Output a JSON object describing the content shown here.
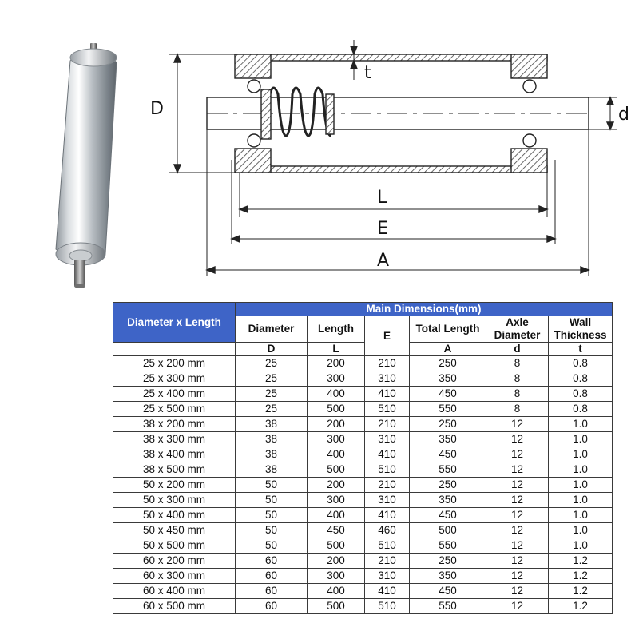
{
  "diagram": {
    "labels": {
      "D": "D",
      "d": "d",
      "t": "t",
      "L": "L",
      "E": "E",
      "A": "A"
    }
  },
  "table": {
    "main_header": "Main Dimensions(mm)",
    "row_header": "Diameter x Length",
    "columns": [
      {
        "label": "Diameter",
        "symbol": "D"
      },
      {
        "label": "Length",
        "symbol": "L"
      },
      {
        "label": "E",
        "symbol": ""
      },
      {
        "label": "Total Length",
        "symbol": "A"
      },
      {
        "label": "Axle Diameter",
        "symbol": "d"
      },
      {
        "label": "Wall Thickness",
        "symbol": "t"
      }
    ],
    "rows": [
      [
        "25 x 200 mm",
        "25",
        "200",
        "210",
        "250",
        "8",
        "0.8"
      ],
      [
        "25 x 300 mm",
        "25",
        "300",
        "310",
        "350",
        "8",
        "0.8"
      ],
      [
        "25 x 400 mm",
        "25",
        "400",
        "410",
        "450",
        "8",
        "0.8"
      ],
      [
        "25 x 500 mm",
        "25",
        "500",
        "510",
        "550",
        "8",
        "0.8"
      ],
      [
        "38 x 200 mm",
        "38",
        "200",
        "210",
        "250",
        "12",
        "1.0"
      ],
      [
        "38 x 300 mm",
        "38",
        "300",
        "310",
        "350",
        "12",
        "1.0"
      ],
      [
        "38 x 400 mm",
        "38",
        "400",
        "410",
        "450",
        "12",
        "1.0"
      ],
      [
        "38 x 500 mm",
        "38",
        "500",
        "510",
        "550",
        "12",
        "1.0"
      ],
      [
        "50 x 200 mm",
        "50",
        "200",
        "210",
        "250",
        "12",
        "1.0"
      ],
      [
        "50 x 300 mm",
        "50",
        "300",
        "310",
        "350",
        "12",
        "1.0"
      ],
      [
        "50 x 400 mm",
        "50",
        "400",
        "410",
        "450",
        "12",
        "1.0"
      ],
      [
        "50 x 450 mm",
        "50",
        "450",
        "460",
        "500",
        "12",
        "1.0"
      ],
      [
        "50 x 500 mm",
        "50",
        "500",
        "510",
        "550",
        "12",
        "1.0"
      ],
      [
        "60 x 200 mm",
        "60",
        "200",
        "210",
        "250",
        "12",
        "1.2"
      ],
      [
        "60 x 300 mm",
        "60",
        "300",
        "310",
        "350",
        "12",
        "1.2"
      ],
      [
        "60 x 400 mm",
        "60",
        "400",
        "410",
        "450",
        "12",
        "1.2"
      ],
      [
        "60 x 500 mm",
        "60",
        "500",
        "510",
        "550",
        "12",
        "1.2"
      ]
    ]
  },
  "colors": {
    "header_blue": "#3e64c7",
    "line": "#3a3a3a"
  }
}
